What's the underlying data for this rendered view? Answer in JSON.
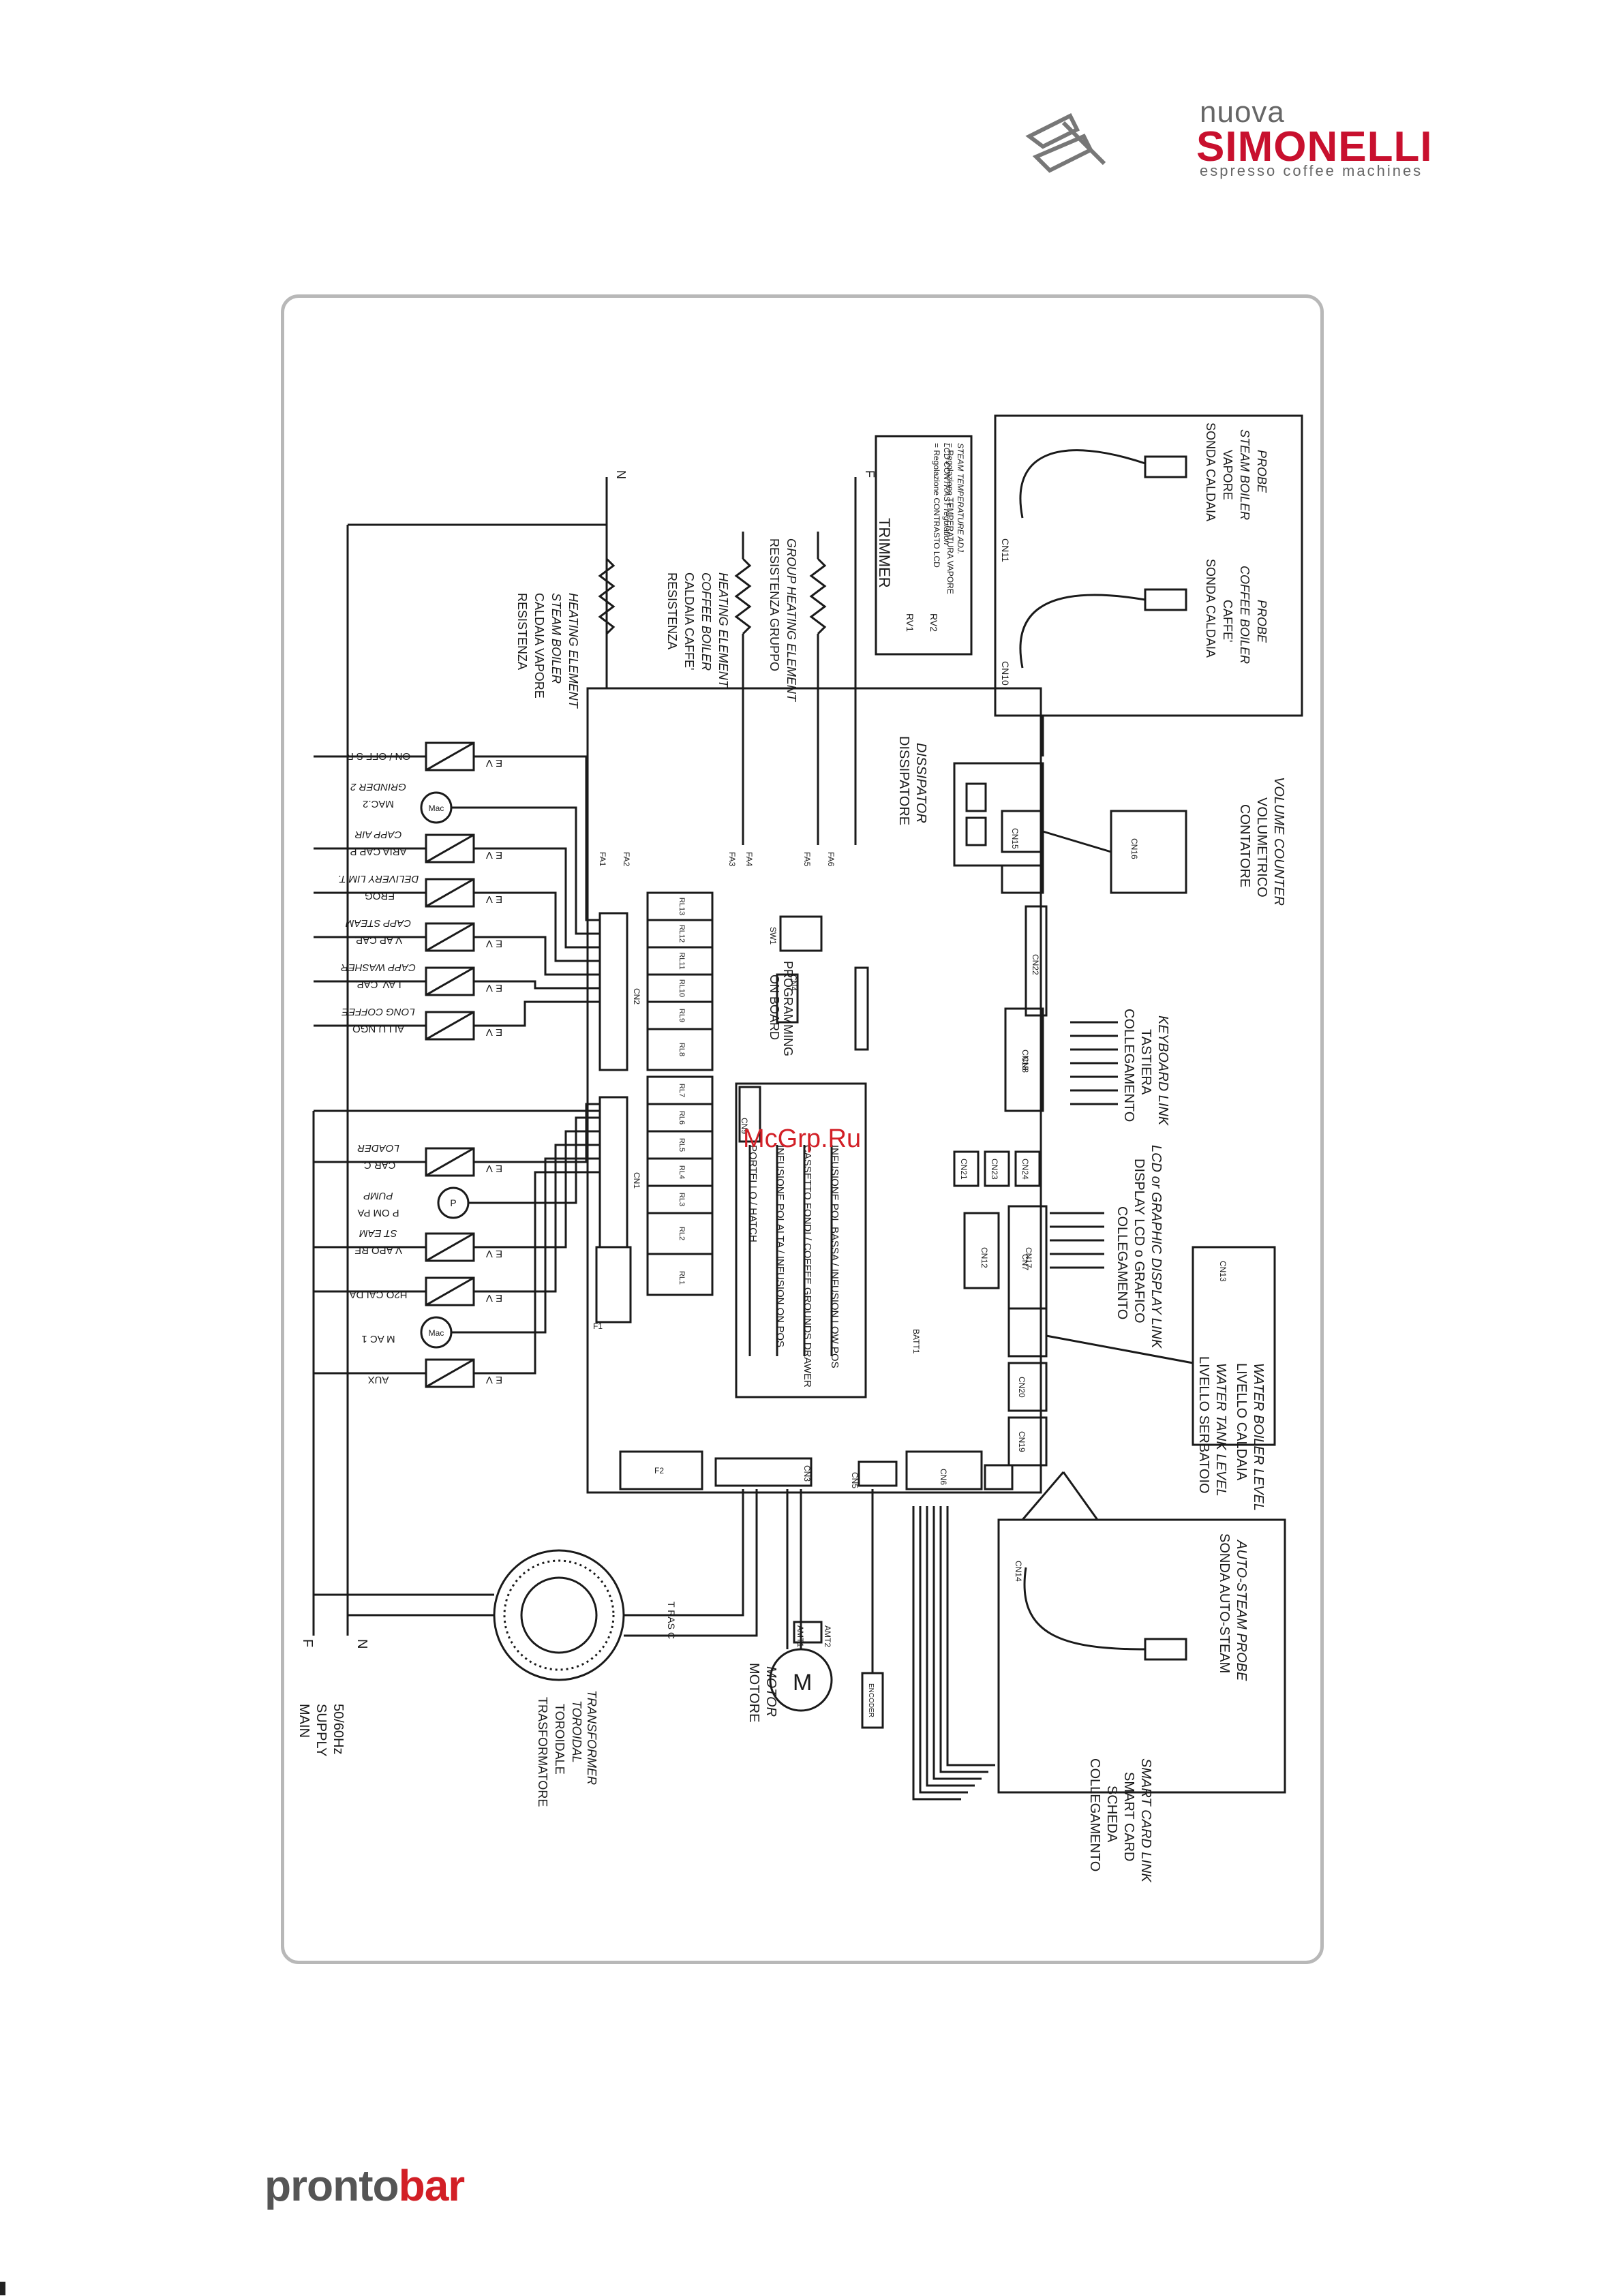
{
  "header": {
    "brand_small": "nuova",
    "brand_name": "SIMONELLI",
    "brand_tagline": "espresso coffee machines"
  },
  "footer": {
    "brand_part1": "pronto",
    "brand_part2": "bar"
  },
  "watermark": "McGrp.Ru",
  "colors": {
    "brand_red": "#c8102e",
    "line": "#1a1a1a",
    "frame": "#b8b8b8"
  },
  "diagram": {
    "supply": {
      "title1": "MAIN",
      "title2": "SUPPLY",
      "title3": "50/60Hz",
      "phase": "F",
      "neutral": "N"
    },
    "transformer": {
      "it1": "TRASFORMATORE",
      "it2": "TOROIDALE",
      "en1": "TOROIDAL",
      "en2": "TRANSFORMER",
      "terminal": "T RAS C"
    },
    "motor": {
      "it": "MOTORE",
      "en": "MOTOR",
      "symbol": "M",
      "t1": "AMT1",
      "t2": "AMT2",
      "t3": "ENCODER"
    },
    "top_bus": {
      "n": "N",
      "f": "F"
    },
    "heaters": [
      {
        "it1": "RESISTENZA",
        "it2": "CALDAIA VAPORE",
        "en1": "STEAM BOILER",
        "en2": "HEATING ELEMENT"
      },
      {
        "it1": "RESISTENZA",
        "it2": "CALDAIA CAFFE'",
        "en1": "COFFEE BOILER",
        "en2": "HEATING ELEMENT"
      },
      {
        "it1": "RESISTENZA GRUPPO",
        "it2": "",
        "en1": "GROUP HEATING ELEMENT",
        "en2": ""
      }
    ],
    "fuse_labels": [
      "FA1",
      "FA2",
      "FA3",
      "FA4",
      "FA5",
      "FA6"
    ],
    "trimmer": {
      "title": "TRIMMER",
      "rv1": "RV1",
      "rv2": "RV2",
      "rv1_text": "= Regolazione TEMPERATURA VAPORE",
      "rv1_sub": "STEAM TEMPERATURE ADJ.",
      "rv2_text": "= Regolazione CONTRASTO LCD",
      "rv2_sub": "LCD CONTRAST regulation"
    },
    "probes_top": [
      {
        "connector": "CN10",
        "it1": "SONDA CALDAIA",
        "it2": "CAFFE'",
        "en1": "COFFEE BOILER",
        "en2": "PROBE"
      },
      {
        "connector": "CN11",
        "it1": "SONDA CALDAIA",
        "it2": "VAPORE",
        "en1": "STEAM BOILER",
        "en2": "PROBE"
      }
    ],
    "dissipator": {
      "it": "DISSIPATORE",
      "en": "DISSIPATOR"
    },
    "volume_counter": {
      "it1": "CONTATORE",
      "it2": "VOLUMETRICO",
      "en": "VOLUME COUNTER",
      "connector": "CN16"
    },
    "keyboard": {
      "it1": "COLLEGAMENTO",
      "it2": "TASTIERA",
      "en": "KEYBOARD LINK",
      "connector": "CN18"
    },
    "display": {
      "it1": "COLLEGAMENTO",
      "it2": "DISPLAY LCD o GRAFICO",
      "en": "LCD or GRAPHIC DISPLAY LINK",
      "connector": "CN17"
    },
    "levels": {
      "it1": "LIVELLO SERBATOIO",
      "en1": "WATER TANK LEVEL",
      "it2": "LIVELLO CALDAIA",
      "en2": "WATER BOILER LEVEL",
      "connector": "CN13"
    },
    "autosteam": {
      "it": "SONDA AUTO-STEAM",
      "en": "AUTO-STEAM PROBE",
      "connector": "CN14"
    },
    "smartcard": {
      "it1": "COLLEGAMENTO",
      "it2": "SCHEDA",
      "en1": "SMART CARD",
      "en2": "SMART CARD LINK"
    },
    "on_board": {
      "l1": "ON BOARD",
      "l2": "PROGRAMMING",
      "connector": "CN4"
    },
    "switches": {
      "l1": "PORTELLO / HATCH",
      "l2": "INFUSIONE POLALTA / INFUSION ON POS",
      "l3": "CASSETTO FONDI / COFFEE GROUNDS DRAWER",
      "l4": "INFUSIONE POL.BASSA / INFUSION LOW POS"
    },
    "relays": [
      "RL1",
      "RL2",
      "RL3",
      "RL4",
      "RL5",
      "RL6",
      "RL7",
      "RL8",
      "RL9",
      "RL10",
      "RL11",
      "RL12",
      "RL13"
    ],
    "loads_upper": [
      {
        "ev": "E V",
        "it": "ON / OFF S R",
        "en": ""
      },
      {
        "ev": "",
        "it": "MAC.2",
        "en": "GRINDER 2"
      },
      {
        "ev": "E V",
        "it": "ARIA CAP P",
        "en": "CAPP AIR"
      },
      {
        "ev": "E V",
        "it": "EROG.",
        "en": "DELIVERY LIM T."
      },
      {
        "ev": "E V",
        "it": "V AP CAP.",
        "en": "CAPP STEAM"
      },
      {
        "ev": "E V",
        "it": "LAV. CAP.",
        "en": "CAPP WASHER"
      },
      {
        "ev": "E V",
        "it": "ALLU NGO",
        "en": "LONG COFFEE"
      }
    ],
    "loads_lower": [
      {
        "ev": "E V",
        "it": "CAR C.",
        "en": "LOADER"
      },
      {
        "ev": "",
        "it": "P OM PA",
        "en": "PUMP"
      },
      {
        "ev": "E V",
        "it": "V APO RE",
        "en": "ST EAM"
      },
      {
        "ev": "E V",
        "it": "H2O CALDA",
        "en": ""
      },
      {
        "ev": "",
        "it": "M AC 1",
        "en": ""
      },
      {
        "ev": "E V",
        "it": "AUX",
        "en": ""
      }
    ],
    "connectors": [
      "CN1",
      "CN2",
      "CN3",
      "CN5",
      "CN6",
      "CN7",
      "CN8",
      "CN9",
      "CN12",
      "CN15",
      "CN19",
      "CN20",
      "CN21",
      "CN22",
      "CN23",
      "CN24"
    ],
    "fuses": [
      "F1",
      "F2"
    ],
    "mac_symbol": "Mac",
    "pump_symbol": "P",
    "battery": "BATT1",
    "dip": "SW1"
  }
}
